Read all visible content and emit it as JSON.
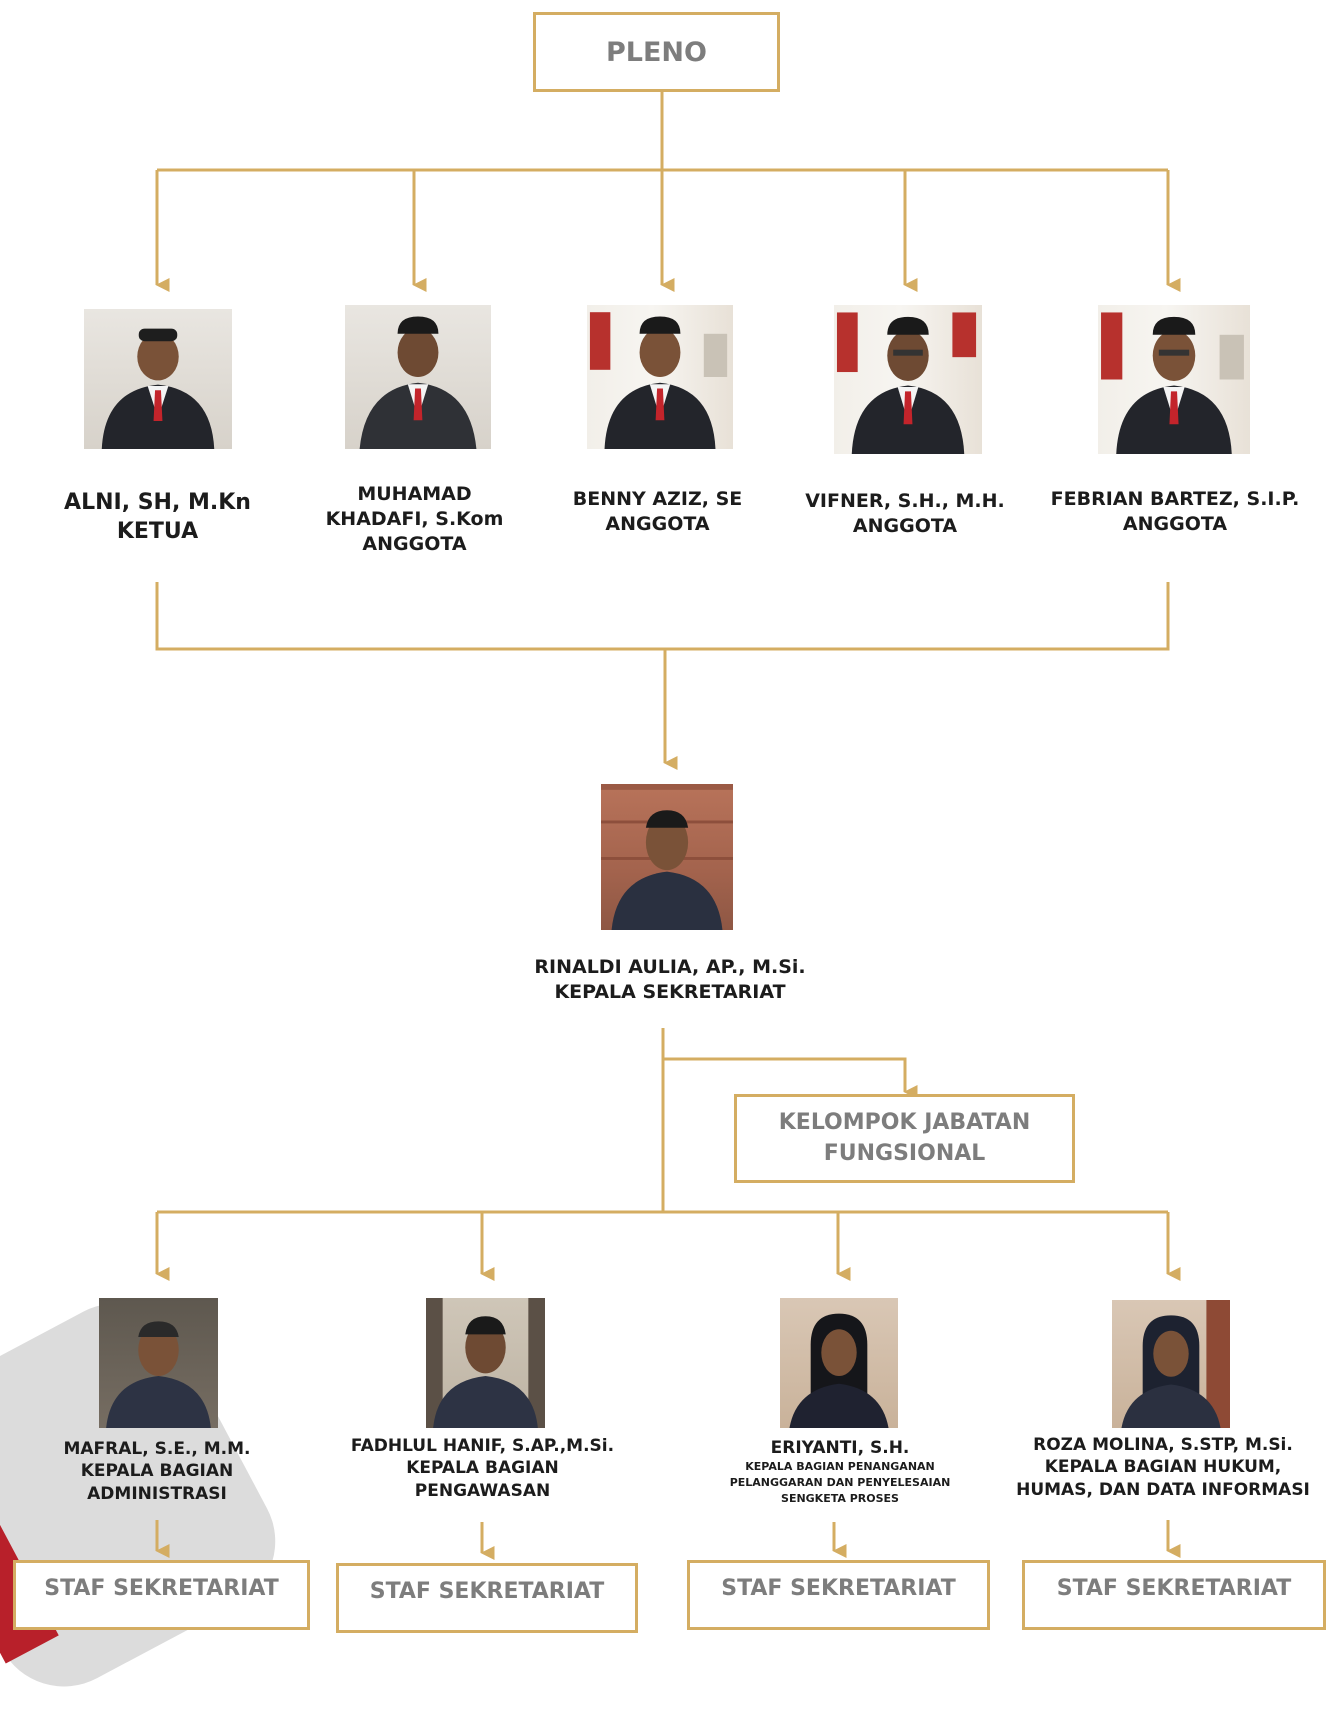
{
  "colors": {
    "connector": "#d4ad62",
    "box_text": "#7d7d7d",
    "name_text": "#1c1c1c"
  },
  "top_box": {
    "label": "PLENO"
  },
  "commissioners": [
    {
      "name": "ALNI, SH, M.Kn",
      "role": "KETUA"
    },
    {
      "name_line1": "MUHAMAD",
      "name_line2": "KHADAFI, S.Kom",
      "role": "ANGGOTA"
    },
    {
      "name": "BENNY AZIZ, SE",
      "role": "ANGGOTA"
    },
    {
      "name": "VIFNER, S.H., M.H.",
      "role": "ANGGOTA"
    },
    {
      "name": "FEBRIAN BARTEZ, S.I.P.",
      "role": "ANGGOTA"
    }
  ],
  "secretary": {
    "name": "RINALDI AULIA, AP., M.Si.",
    "role": "KEPALA SEKRETARIAT"
  },
  "functional_box": {
    "line1": "KELOMPOK JABATAN",
    "line2": "FUNGSIONAL"
  },
  "divisions": [
    {
      "name": "MAFRAL, S.E., M.M.",
      "role_line1": "KEPALA BAGIAN",
      "role_line2": "ADMINISTRASI",
      "staff": "STAF SEKRETARIAT"
    },
    {
      "name": "FADHLUL HANIF, S.AP.,M.Si.",
      "role_line1": "KEPALA BAGIAN",
      "role_line2": "PENGAWASAN",
      "staff": "STAF SEKRETARIAT"
    },
    {
      "name": "ERIYANTI, S.H.",
      "role_line1": "KEPALA BAGIAN PENANGANAN",
      "role_line2": "PELANGGARAN DAN PENYELESAIAN",
      "role_line3": "SENGKETA PROSES",
      "staff": "STAF SEKRETARIAT"
    },
    {
      "name": "ROZA MOLINA, S.STP, M.Si.",
      "role_line1": "KEPALA BAGIAN HUKUM,",
      "role_line2": "HUMAS, DAN DATA INFORMASI",
      "staff": "STAF SEKRETARIAT"
    }
  ]
}
